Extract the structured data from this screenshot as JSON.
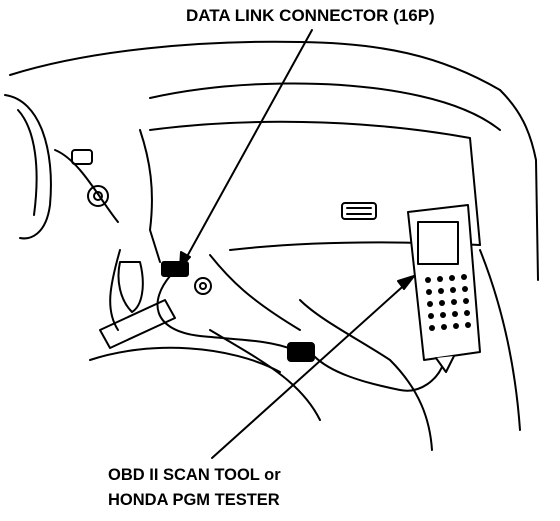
{
  "labels": {
    "data_link_connector": "DATA LINK CONNECTOR (16P)",
    "scan_tool_line1": "OBD II SCAN TOOL or",
    "scan_tool_line2": "HONDA PGM TESTER"
  },
  "colors": {
    "ink": "#000000",
    "background": "#ffffff"
  }
}
